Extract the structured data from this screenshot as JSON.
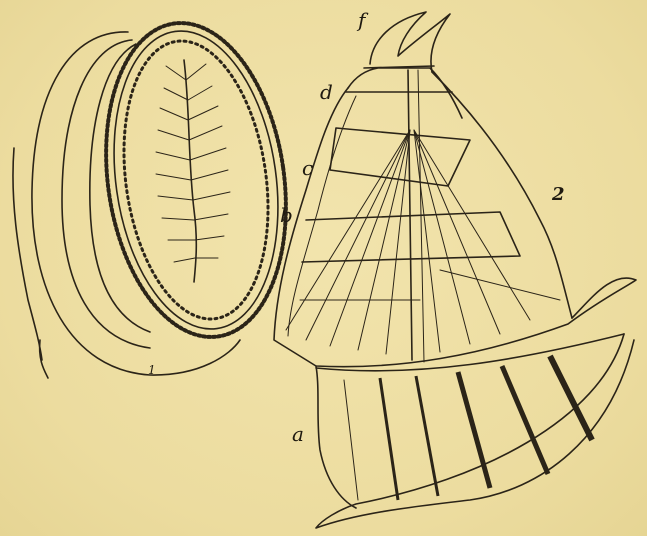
{
  "labels": {
    "f": "f",
    "d": "d",
    "c": "c",
    "b": "b",
    "a": "a",
    "figure_2": "2",
    "figure_1": "1"
  },
  "colors": {
    "paper": "#efe0a6",
    "ink": "#2b2418"
  }
}
